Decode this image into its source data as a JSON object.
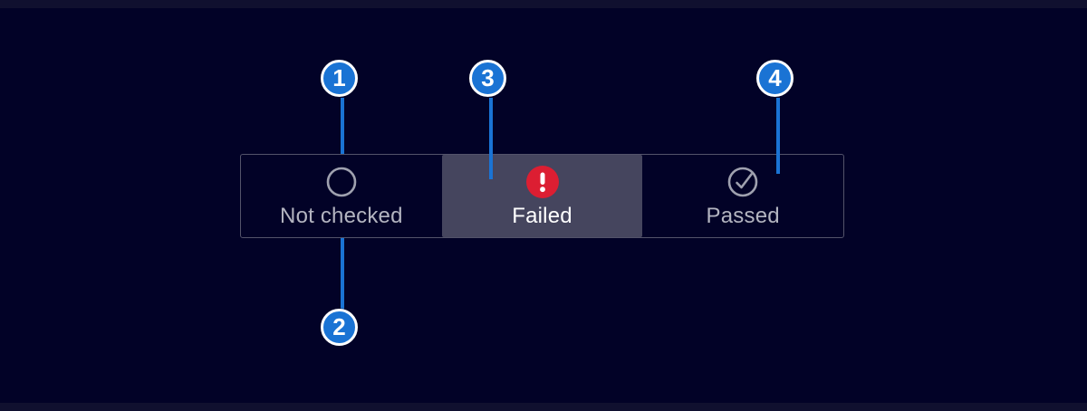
{
  "status_bar": {
    "segments": [
      {
        "label": "Not checked",
        "icon": "circle-outline-icon",
        "state": "default"
      },
      {
        "label": "Failed",
        "icon": "alert-circle-icon",
        "state": "active"
      },
      {
        "label": "Passed",
        "icon": "check-circle-icon",
        "state": "default"
      }
    ]
  },
  "callouts": [
    {
      "number": "1"
    },
    {
      "number": "2"
    },
    {
      "number": "3"
    },
    {
      "number": "4"
    }
  ],
  "colors": {
    "background": "#020227",
    "edge_strip": "#10102f",
    "bar_border": "#53536a",
    "active_segment_bg": "#45455e",
    "label_gray": "#b3b4c0",
    "label_white": "#ffffff",
    "icon_gray": "#9fa1af",
    "status_red": "#dc1e32",
    "callout_blue": "#1a73d4"
  }
}
